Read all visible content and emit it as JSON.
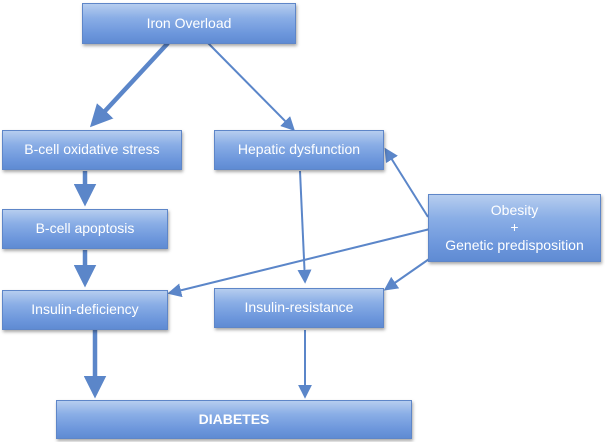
{
  "diagram": {
    "nodes": {
      "iron_overload": "Iron Overload",
      "bcell_oxidative_stress": "B-cell oxidative stress",
      "hepatic_dysfunction": "Hepatic dysfunction",
      "bcell_apoptosis": "B-cell apoptosis",
      "obesity_line1": "Obesity",
      "obesity_line2": "+",
      "obesity_line3": "Genetic predisposition",
      "insulin_deficiency": "Insulin-deficiency",
      "insulin_resistance": "Insulin-resistance",
      "diabetes": "DIABETES"
    },
    "edges": [
      {
        "from": "iron_overload",
        "to": "bcell_oxidative_stress",
        "weight": "thick"
      },
      {
        "from": "iron_overload",
        "to": "hepatic_dysfunction",
        "weight": "thin"
      },
      {
        "from": "bcell_oxidative_stress",
        "to": "bcell_apoptosis",
        "weight": "thick"
      },
      {
        "from": "bcell_apoptosis",
        "to": "insulin_deficiency",
        "weight": "thick"
      },
      {
        "from": "insulin_deficiency",
        "to": "diabetes",
        "weight": "thick"
      },
      {
        "from": "hepatic_dysfunction",
        "to": "insulin_resistance",
        "weight": "thin"
      },
      {
        "from": "insulin_resistance",
        "to": "diabetes",
        "weight": "thin"
      },
      {
        "from": "obesity_genetic",
        "to": "hepatic_dysfunction",
        "weight": "thin"
      },
      {
        "from": "obesity_genetic",
        "to": "insulin_resistance",
        "weight": "thin"
      },
      {
        "from": "obesity_genetic",
        "to": "insulin_deficiency",
        "weight": "thin"
      }
    ],
    "colors": {
      "box_fill": "#7aa2e0",
      "box_border": "#5e86c8",
      "arrow": "#5b86c9",
      "text": "#ffffff"
    }
  }
}
